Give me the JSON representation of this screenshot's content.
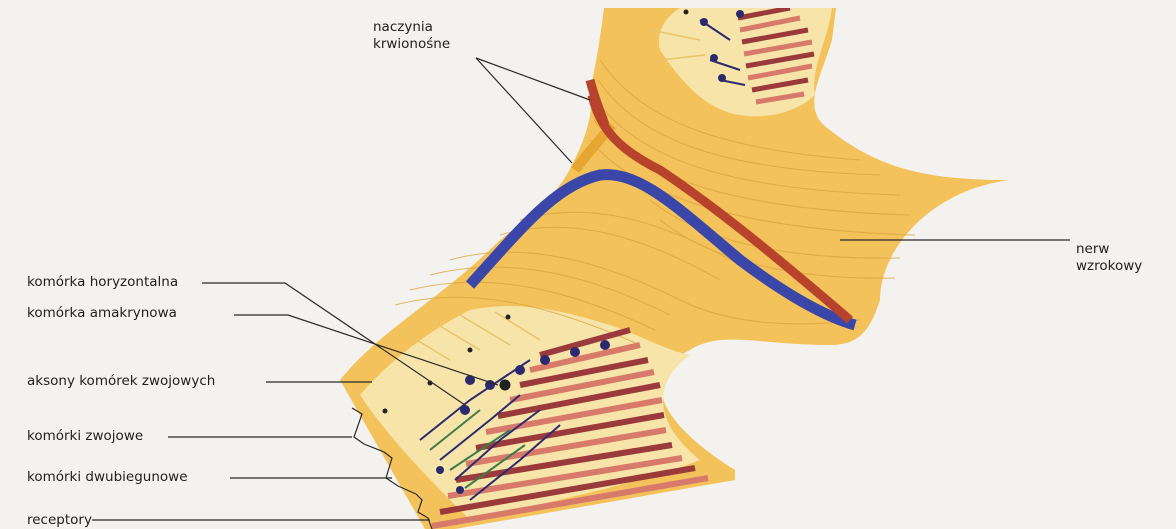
{
  "labels": {
    "blood_vessels": "naczynia\nkrwionośne",
    "optic_nerve": "nerw\nwzrokowy",
    "horizontal_cell": "komórka horyzontalna",
    "amacrine_cell": "komórka amakrynowa",
    "ganglion_axons": "aksony komórek zwojowych",
    "ganglion_cells": "komórki zwojowe",
    "bipolar_cells": "komórki dwubiegunowe",
    "receptors": "receptory"
  },
  "colors": {
    "background": "#f4f2ee",
    "nerve_fibers": "#f3c25a",
    "nerve_fiber_lines": "#d9a23c",
    "retina_pale": "#f6e4a8",
    "vessel_blue": "#3a46a8",
    "vessel_red": "#b8432c",
    "receptor_dark": "#9b3a3a",
    "receptor_light": "#d77a6a",
    "cell_dark": "#2c2a6e",
    "cell_green": "#3f7a4a",
    "leader_line": "#2a2a2a"
  },
  "icons": [
    "retina-cross-section-illustration"
  ]
}
